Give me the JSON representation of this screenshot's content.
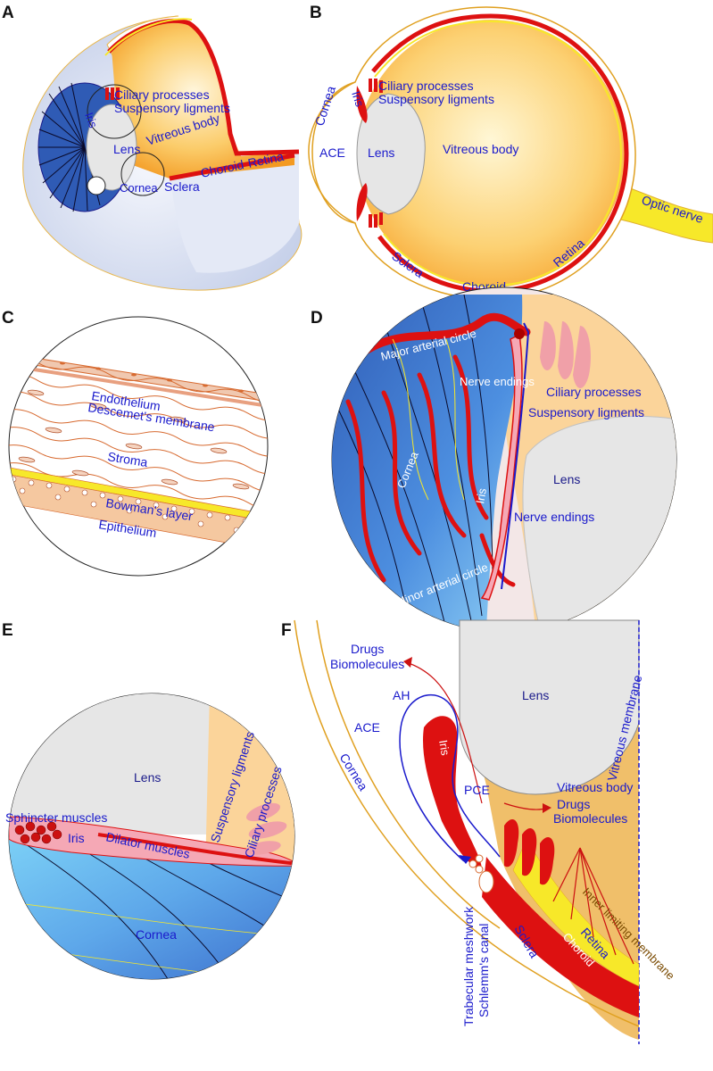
{
  "panels": {
    "A": {
      "letter": "A",
      "labels": {
        "ciliary": "Ciliary processes",
        "suspensory": "Suspensory ligments",
        "iris": "Iris",
        "lens": "Lens",
        "vitreous": "Vitreous body",
        "choroid": "Choroid",
        "retina": "Retina",
        "cornea": "Cornea",
        "sclera": "Sclera"
      }
    },
    "B": {
      "letter": "B",
      "labels": {
        "cornea": "Cornea",
        "iris": "Iris",
        "ciliary": "Ciliary processes",
        "suspensory": "Suspensory ligments",
        "ace": "ACE",
        "lens": "Lens",
        "vitreous": "Vitreous body",
        "optic": "Optic nerve",
        "sclera": "Sclera",
        "choroid": "Choroid",
        "retina": "Retina"
      }
    },
    "C": {
      "letter": "C",
      "labels": {
        "endothelium": "Endothelium",
        "descemet": "Descemet's membrane",
        "stroma": "Stroma",
        "bowman": "Bowman's layer",
        "epithelium": "Epithelium"
      }
    },
    "D": {
      "letter": "D",
      "labels": {
        "major_circle": "Major arterial circle",
        "nerve1": "Nerve endings",
        "ciliary": "Ciliary processes",
        "suspensory": "Suspensory ligments",
        "cornea": "Cornea",
        "iris": "Iris",
        "lens": "Lens",
        "nerve2": "Nerve endings",
        "minor_circle": "Minor arterial circle"
      }
    },
    "E": {
      "letter": "E",
      "labels": {
        "lens": "Lens",
        "suspensory": "Suspensory ligments",
        "ciliary": "Ciliary processes",
        "sphincter": "Sphincter muscles",
        "iris": "Iris",
        "dilator": "Dilator muscles",
        "cornea": "Cornea"
      }
    },
    "F": {
      "letter": "F",
      "labels": {
        "drugs1": "Drugs",
        "bio1": "Biomolecules",
        "ah": "AH",
        "ace": "ACE",
        "lens": "Lens",
        "vitreous_membrane": "Vitreous membrane",
        "cornea": "Cornea",
        "iris": "Iris",
        "pce": "PCE",
        "vitreous": "Vitreous body",
        "drugs2": "Drugs",
        "bio2": "Biomolecules",
        "trabecular": "Trabecular meshwork",
        "schlemm": "Schlemm's canal",
        "sclera": "Sclera",
        "choroid": "Choroid",
        "retina": "Retina",
        "limiting": "Inner limiting membrane"
      }
    }
  },
  "colors": {
    "label_blue": "#1a1acc",
    "vessel_red": "#dd1111",
    "vitreous_orange": "#f7a631",
    "sclera_bg": "#d9dff0",
    "cornea_blue": "#4a7bd6",
    "lens_gray": "#e6e6e6",
    "optic_yellow": "#f7e829"
  }
}
